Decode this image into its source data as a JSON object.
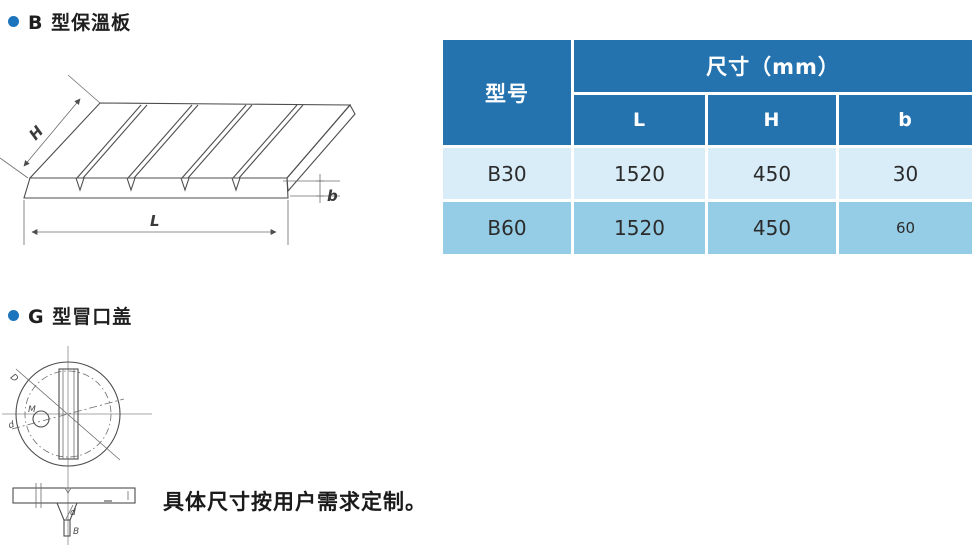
{
  "section_b": {
    "title": "B 型保溫板",
    "diagram_labels": {
      "height": "H",
      "length": "L",
      "thickness": "b"
    },
    "table": {
      "model_header": "型号",
      "size_header": "尺寸（mm）",
      "sub_headers": [
        "L",
        "H",
        "b"
      ],
      "rows": [
        {
          "model": "B30",
          "l": "1520",
          "h": "450",
          "b": "30"
        },
        {
          "model": "B60",
          "l": "1520",
          "h": "450",
          "b": "60"
        }
      ],
      "colors": {
        "header_bg": "#2473ae",
        "row_odd_bg": "#d9edf8",
        "row_even_bg": "#96cde6",
        "header_text": "#ffffff"
      }
    }
  },
  "section_g": {
    "title": "G 型冒口盖",
    "diagram_labels": {
      "outer_diameter": "D",
      "inner_diameter": "d",
      "hole": "M",
      "funnel_diameter": "d",
      "bottom_width": "B"
    },
    "note": "具体尺寸按用户需求定制。"
  },
  "accent": {
    "bullet_color": "#1b74bc"
  }
}
